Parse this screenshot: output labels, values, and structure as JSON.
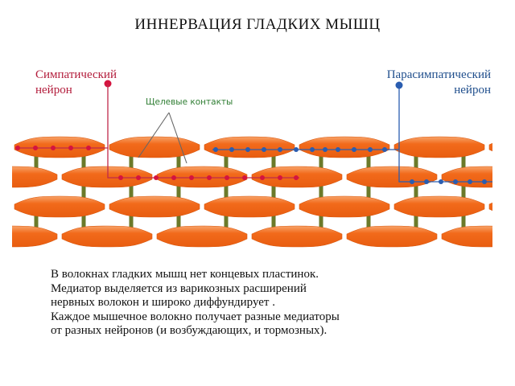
{
  "title": "ИННЕРВАЦИЯ ГЛАДКИХ МЫШЦ",
  "sympathetic_label": [
    "Симпатический",
    "нейрон"
  ],
  "parasympathetic_label": [
    "Парасимпатический",
    "нейрон"
  ],
  "gap_junctions_label": "Щелевые контакты",
  "description": [
    "В волокнах гладких мышц нет концевых пластинок.",
    "Медиатор выделяется из варикозных расширений",
    "нервных волокон и широко диффундирует .",
    "Каждое мышечное волокно получает разные медиаторы",
    "от разных нейронов  (и возбуждающих, и тормозных)."
  ],
  "colors": {
    "muscle": "#f26a1b",
    "muscle_light": "#f7a46a",
    "connector": "#6b7a2a",
    "sympathetic": "#d4143f",
    "sympathetic_line": "#c02a4a",
    "parasympathetic": "#2a5db0",
    "gap_pointer": "#666666"
  }
}
